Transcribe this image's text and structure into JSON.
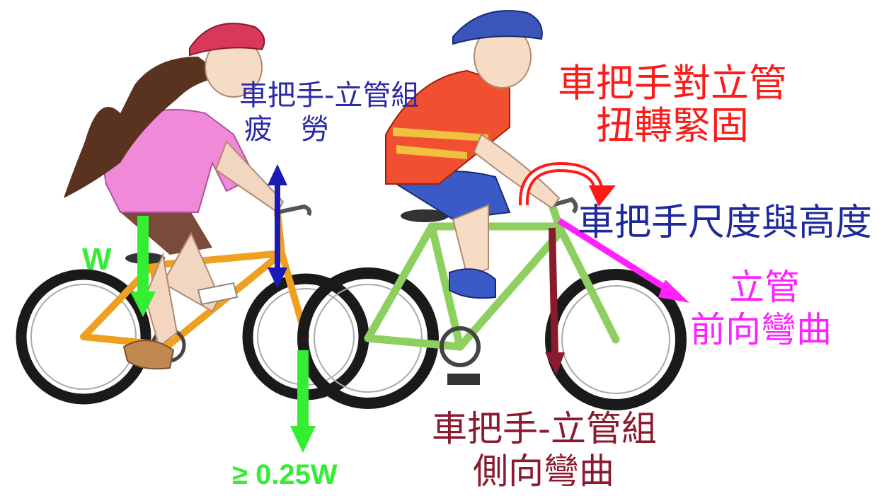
{
  "labels": {
    "fatigue_title": "車把手-立管組",
    "fatigue_sub": "疲　勞",
    "torque_line1": "車把手對立管",
    "torque_line2": "扭轉緊固",
    "dimension": "車把手尺度與高度",
    "stem_line1": "立管",
    "stem_line2": "前向彎曲",
    "lateral_line1": "車把手-立管組",
    "lateral_line2": "側向彎曲",
    "weight": "W",
    "load": "≥ 0.25W"
  },
  "colors": {
    "fatigue": "#2b2ba8",
    "torque": "#ff1a1a",
    "dimension": "#1f2a9a",
    "stem": "#ff22ff",
    "lateral": "#8b1a2e",
    "weight": "#33ee33",
    "load": "#33ee33"
  }
}
